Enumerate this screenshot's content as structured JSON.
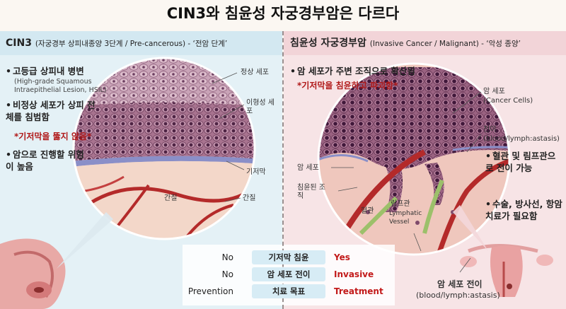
{
  "title": "CIN3와 침윤성 자궁경부암은 다르다",
  "left": {
    "header": "CIN3",
    "header_sub": "(자궁경부 상피내종양 3단계 / Pre-cancerous) - ‘전암 단계’",
    "bullet1": "고등급 상피내 병변",
    "bullet1_sub": "(High-grade Squamous Intraepithelial Lesion, HSIL)",
    "bullet2": "비정상 세포가 상피 전체를 침범함",
    "note": "*기저막을 뚫지 않음*",
    "bullet3": "암으로 진행할 위험이 높음",
    "labels": {
      "normal_cell": "정상 세포",
      "dysplastic_cell": "이형성 세포",
      "basement_membrane": "기저막",
      "stroma_inner": "간질",
      "stroma_outer": "간질"
    }
  },
  "right": {
    "header": "침윤성 자궁경부암",
    "header_sub": "(Invasive Cancer / Malignant) - ‘악성 종양’",
    "bullet1": "암 세포가 주변 조직으로 확산됨",
    "note": "*기저막을 침윤하고 파괴함*",
    "bullet2": "혈관 및 림프관으로 전이 가능",
    "bullet3": "수술, 방사선, 항암치료가 필요함",
    "labels": {
      "cancer_cells": "암 세포",
      "cancer_cells_en": "(Cancer Cells)",
      "metastasis": "전이",
      "metastasis_en": "(blood/lymph:astasis)",
      "cancer_cell_left": "암 세포",
      "infiltrated": "침윤된 조직",
      "blood_vessel": "혈관",
      "lymph": "림프관",
      "lymph_en": "Lymphatic Vessel",
      "bottom_meta": "암 세포 전이",
      "bottom_meta_en": "(blood/lymph:astasis)"
    }
  },
  "comparison": [
    {
      "left": "No",
      "mid": "기저막 침윤",
      "right": "Yes"
    },
    {
      "left": "No",
      "mid": "암 세포 전이",
      "right": "Invasive"
    },
    {
      "left": "Prevention",
      "mid": "치료 목표",
      "right": "Treatment"
    }
  ],
  "colors": {
    "left_panel": "#e4f1f6",
    "right_panel": "#f7e4e6",
    "accent_red": "#b01818",
    "tissue_purple": "#b58aa8",
    "stroma": "#f1d0c2",
    "vessel": "#b42a2a"
  }
}
